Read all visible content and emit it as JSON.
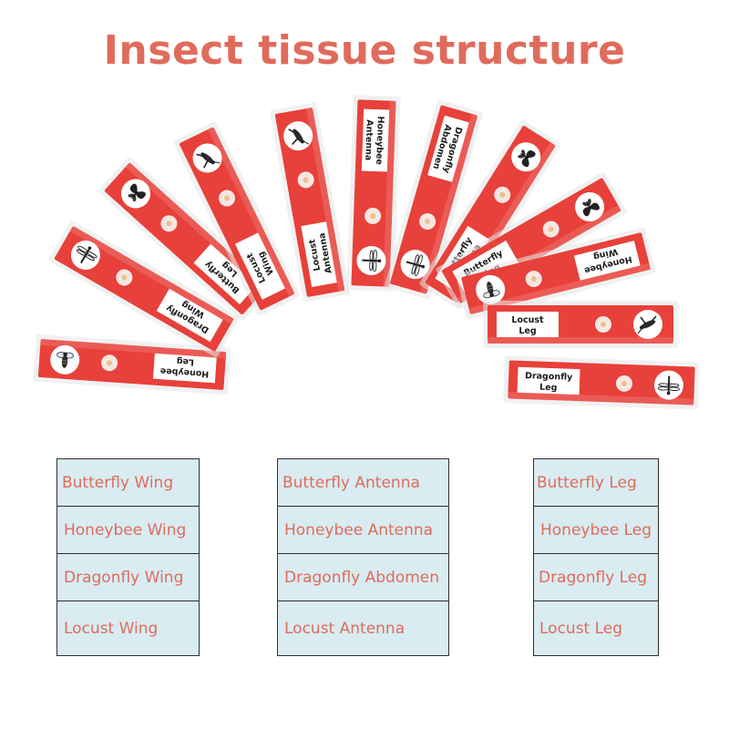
{
  "title": "Insect tissue structure",
  "colors": {
    "accent": "#e06b5c",
    "slide_red": "#e8403a",
    "table_bg": "#d8ecf1",
    "border": "#2f2f2f"
  },
  "slides": [
    {
      "label": [
        "Honeybee",
        "Leg"
      ],
      "icon": "honeybee-icon",
      "mirrored": true
    },
    {
      "label": [
        "Dragonfly",
        "Wing"
      ],
      "icon": "dragonfly-icon",
      "mirrored": true
    },
    {
      "label": [
        "Butterfly",
        "Leg"
      ],
      "icon": "butterfly-icon",
      "mirrored": true
    },
    {
      "label": [
        "Locust",
        "Wing"
      ],
      "icon": "locust-icon",
      "mirrored": true
    },
    {
      "label": [
        "Locust",
        "Antenna"
      ],
      "icon": "locust-icon",
      "mirrored": true
    },
    {
      "label": [
        "Honeybee",
        "Antenna"
      ],
      "icon": "dragonfly-icon",
      "mirrored": false
    },
    {
      "label": [
        "Dragonfly",
        "Abdomen"
      ],
      "icon": "dragonfly-icon",
      "mirrored": false
    },
    {
      "label": [
        "Butterfly",
        "Antenna"
      ],
      "icon": "butterfly-icon",
      "mirrored": true
    },
    {
      "label": [
        "Butterfly",
        "Wing"
      ],
      "icon": "butterfly-icon",
      "mirrored": true
    },
    {
      "label": [
        "Honeybee",
        "Wing"
      ],
      "icon": "honeybee-icon",
      "mirrored": false
    },
    {
      "label": [
        "Locust",
        "Leg"
      ],
      "icon": "locust-icon",
      "mirrored": true
    },
    {
      "label": [
        "Dragonfly",
        "Leg"
      ],
      "icon": "dragonfly-icon",
      "mirrored": true
    }
  ],
  "tables": [
    {
      "rows": [
        "Butterfly Wing",
        "Honeybee Wing",
        "Dragonfly Wing",
        "Locust Wing"
      ]
    },
    {
      "rows": [
        "Butterfly Antenna",
        "Honeybee Antenna",
        "Dragonfly Abdomen",
        "Locust Antenna"
      ]
    },
    {
      "rows": [
        "Butterfly Leg",
        "Honeybee Leg",
        "Dragonfly Leg",
        "Locust Leg"
      ]
    }
  ]
}
